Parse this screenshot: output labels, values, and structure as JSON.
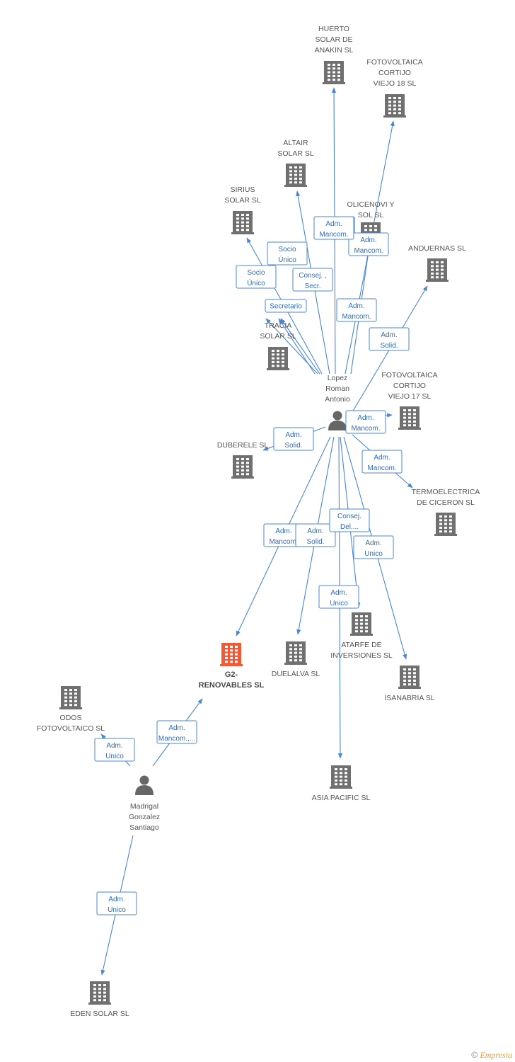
{
  "colors": {
    "edge": "#4a86d4",
    "company_icon": "#707070",
    "main_company_icon": "#f05a35",
    "person_icon": "#666666",
    "label_text": "#555555",
    "brand": "#e89b2a"
  },
  "nodes": [
    {
      "id": "huerto",
      "type": "company",
      "lines": [
        "HUERTO",
        "SOLAR DE",
        "ANAKIN SL"
      ]
    },
    {
      "id": "cortijo18",
      "type": "company",
      "lines": [
        "FOTOVOLTAICA",
        "CORTIJO",
        "VIEJO 18 SL"
      ]
    },
    {
      "id": "altair",
      "type": "company",
      "lines": [
        "ALTAIR",
        "SOLAR SL"
      ]
    },
    {
      "id": "sirius",
      "type": "company",
      "lines": [
        "SIRIUS",
        "SOLAR SL"
      ]
    },
    {
      "id": "olicenovi",
      "type": "company",
      "lines": [
        "OLICENOVI Y",
        "SOL SL"
      ]
    },
    {
      "id": "anduernas",
      "type": "company",
      "lines": [
        "ANDUERNAS SL"
      ]
    },
    {
      "id": "tracia",
      "type": "company",
      "lines": [
        "TRACIA",
        "SOLAR SL"
      ]
    },
    {
      "id": "cortijo17",
      "type": "company",
      "lines": [
        "FOTOVOLTAICA",
        "CORTIJO",
        "VIEJO 17 SL"
      ]
    },
    {
      "id": "lopez",
      "type": "person",
      "lines": [
        "Lopez",
        "Roman",
        "Antonio"
      ]
    },
    {
      "id": "duberele",
      "type": "company",
      "lines": [
        "DUBERELE SL"
      ]
    },
    {
      "id": "termo",
      "type": "company",
      "lines": [
        "TERMOELECTRICA",
        "DE CICERON SL"
      ]
    },
    {
      "id": "atarfe",
      "type": "company",
      "lines": [
        "ATARFE DE",
        "INVERSIONES SL"
      ]
    },
    {
      "id": "g2",
      "type": "main",
      "lines": [
        "G2-",
        "RENOVABLES SL"
      ]
    },
    {
      "id": "duelalva",
      "type": "company",
      "lines": [
        "DUELALVA SL"
      ]
    },
    {
      "id": "isanabria",
      "type": "company",
      "lines": [
        "ISANABRIA SL"
      ]
    },
    {
      "id": "odos",
      "type": "company",
      "lines": [
        "ODOS",
        "FOTOVOLTAICO SL"
      ]
    },
    {
      "id": "asia",
      "type": "company",
      "lines": [
        "ASIA PACIFIC SL"
      ]
    },
    {
      "id": "madrigal",
      "type": "person",
      "lines": [
        "Madrigal",
        "Gonzalez",
        "Santiago"
      ]
    },
    {
      "id": "eden",
      "type": "company",
      "lines": [
        "EDEN SOLAR SL"
      ]
    }
  ],
  "edges": [
    {
      "from": "lopez",
      "to": "huerto",
      "label": [
        "Adm.",
        "Mancom."
      ]
    },
    {
      "from": "lopez",
      "to": "cortijo18",
      "label": [
        "Adm.",
        "Mancom."
      ]
    },
    {
      "from": "lopez",
      "to": "olicenovi",
      "label": [
        "Adm.",
        "Mancom."
      ]
    },
    {
      "from": "lopez",
      "to": "altair",
      "label": [
        "Consej. ,",
        "Secr."
      ]
    },
    {
      "from": "lopez",
      "to": "sirius",
      "label": [
        "Adm.",
        "Mancom."
      ]
    },
    {
      "from": "lopez",
      "to": "tracia",
      "label": [
        "Socio",
        "Único"
      ]
    },
    {
      "from": "lopez",
      "to": "tracia",
      "label": [
        "Socio",
        "Único"
      ]
    },
    {
      "from": "lopez",
      "to": "tracia",
      "label": [
        "Secretario"
      ]
    },
    {
      "from": "lopez",
      "to": "anduernas",
      "label": [
        "Adm.",
        "Solid."
      ]
    },
    {
      "from": "lopez",
      "to": "cortijo17",
      "label": [
        "Adm.",
        "Mancom."
      ]
    },
    {
      "from": "lopez",
      "to": "duberele",
      "label": [
        "Adm.",
        "Solid."
      ]
    },
    {
      "from": "lopez",
      "to": "termo",
      "label": [
        "Adm.",
        "Mancom."
      ]
    },
    {
      "from": "lopez",
      "to": "g2",
      "label": [
        "Adm.",
        "Mancom."
      ]
    },
    {
      "from": "lopez",
      "to": "duelalva",
      "label": [
        "Adm.",
        "Solid."
      ]
    },
    {
      "from": "lopez",
      "to": "atarfe",
      "label": [
        "Consej.",
        "Del...."
      ]
    },
    {
      "from": "lopez",
      "to": "isanabria",
      "label": [
        "Adm.",
        "Unico"
      ]
    },
    {
      "from": "lopez",
      "to": "asia",
      "label": [
        "Adm.",
        "Unico"
      ]
    },
    {
      "from": "madrigal",
      "to": "g2",
      "label": [
        "Adm.",
        "Mancom.,..."
      ]
    },
    {
      "from": "madrigal",
      "to": "odos",
      "label": [
        "Adm.",
        "Unico"
      ]
    },
    {
      "from": "madrigal",
      "to": "eden",
      "label": [
        "Adm.",
        "Unico"
      ]
    }
  ],
  "footer": {
    "copyright": "©",
    "brand": "Empresia"
  }
}
